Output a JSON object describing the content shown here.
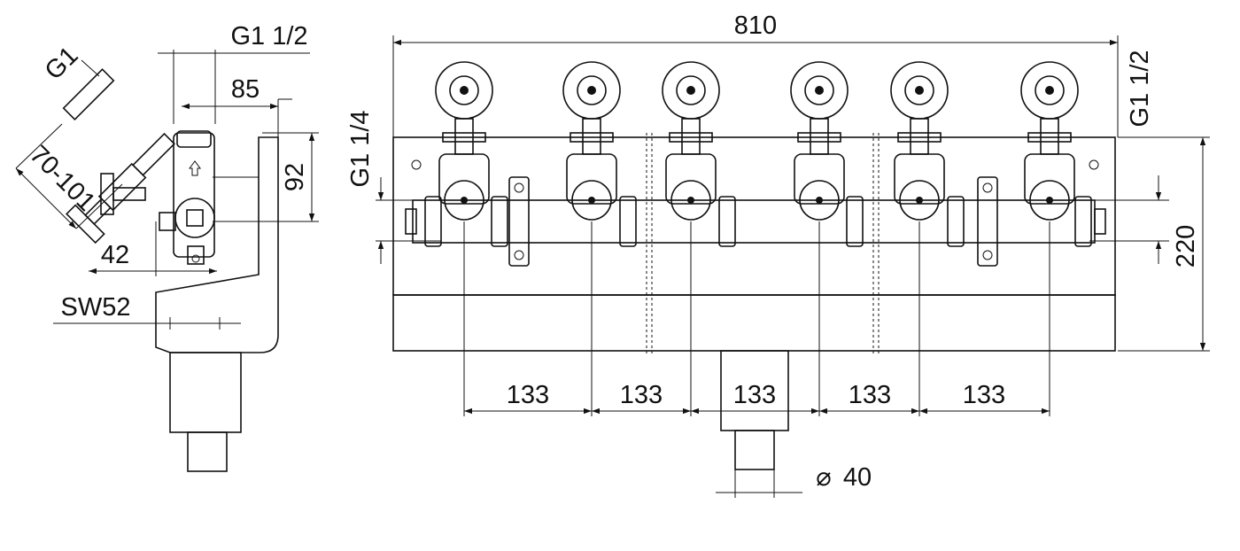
{
  "side_view": {
    "thread_top": "G1",
    "thread_outlet": "G1 1/2",
    "width_85": "85",
    "height_92": "92",
    "range_70_101": "70-101",
    "width_42": "42",
    "wrench_size": "SW52"
  },
  "front_view": {
    "overall_length": "810",
    "thread_side": "G1 1/4",
    "thread_right": "G1 1/2",
    "height_220": "220",
    "spacings": [
      "133",
      "133",
      "133",
      "133",
      "133"
    ],
    "diameter_symbol": "⌀",
    "diameter_value": "40"
  },
  "colors": {
    "line": "#111111",
    "background": "#ffffff"
  }
}
